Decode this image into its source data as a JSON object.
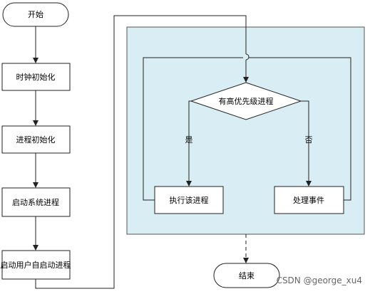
{
  "diagram": {
    "colors": {
      "region_fill": "#d9edf4",
      "region_stroke": "#555555",
      "box_fill": "#ffffff",
      "stroke": "#222222"
    },
    "nodes": {
      "start": "开始",
      "clock_init": "时钟初始化",
      "process_init": "进程初始化",
      "start_system_process": "启动系统进程",
      "start_user_process": "启动用户自启动进程",
      "decision": "有高优先级进程",
      "execute_process": "执行该进程",
      "handle_event": "处理事件",
      "end": "结束"
    },
    "edge_labels": {
      "yes": "是",
      "no": "否"
    },
    "watermark": "CSDN @george_xu4"
  }
}
